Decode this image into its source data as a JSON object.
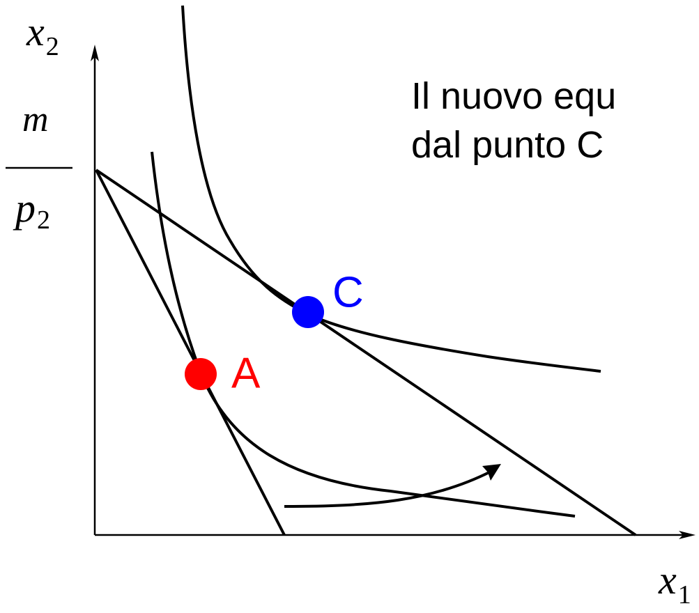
{
  "axes": {
    "x_label": {
      "var": "x",
      "sub": "1"
    },
    "y_label": {
      "var": "x",
      "sub": "2"
    },
    "y_intercept_label": {
      "numerator": "m",
      "denominator_var": "p",
      "denominator_sub": "2"
    }
  },
  "points": [
    {
      "id": "A",
      "label": "A",
      "color": "#ff0000"
    },
    {
      "id": "C",
      "label": "C",
      "color": "#0000ff"
    }
  ],
  "caption": {
    "line1": "Il nuovo equ",
    "line2": "dal punto C"
  },
  "colors": {
    "ink": "#000000",
    "background": "#ffffff"
  }
}
